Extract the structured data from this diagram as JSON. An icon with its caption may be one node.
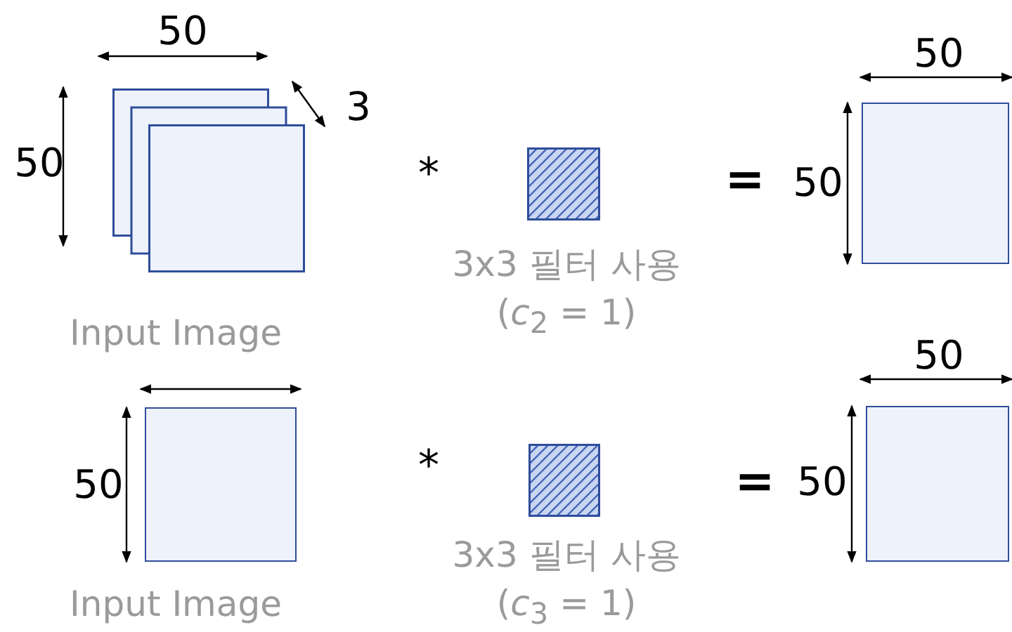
{
  "diagram": {
    "nodes": [
      {
        "text": [],
        "shape": "box",
        "beside": [
          "Input Image"
        ]
      },
      {
        "text": [],
        "shape": "box",
        "beside": [
          "3x3 필터 사용",
          "(*c*$_{2}$ = 1)"
        ]
      },
      {
        "text": [],
        "shape": "box"
      },
      {
        "text": [],
        "shape": "box",
        "beside": [
          "Input Image"
        ]
      },
      {
        "text": [],
        "shape": "box",
        "beside": [
          "3x3 필터 사용",
          "(*c*$_{3}$ = 1)"
        ]
      },
      {
        "text": [],
        "shape": "box"
      }
    ],
    "edges": [],
    "labels": [
      "50",
      "50",
      "3",
      "50",
      "*",
      "=",
      "50",
      "50",
      "50",
      "*",
      "=",
      "50"
    ]
  }
}
